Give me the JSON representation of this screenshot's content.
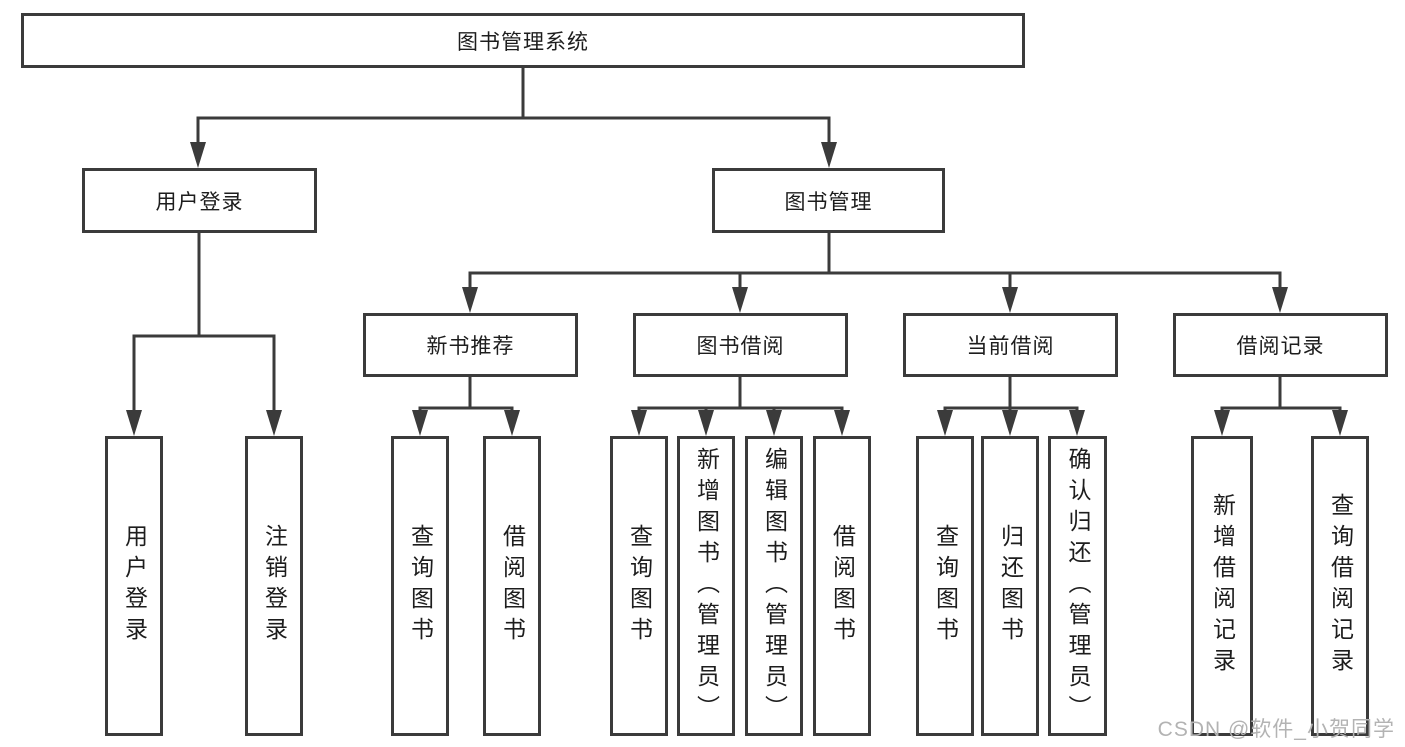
{
  "diagram": {
    "title": "图书管理系统",
    "branches": [
      {
        "label": "用户登录",
        "children": [
          "用户登录",
          "注销登录"
        ]
      },
      {
        "label": "图书管理",
        "groups": [
          {
            "label": "新书推荐",
            "children": [
              "查询图书",
              "借阅图书"
            ]
          },
          {
            "label": "图书借阅",
            "children": [
              "查询图书",
              "新增图书（管理员）",
              "编辑图书（管理员）",
              "借阅图书"
            ]
          },
          {
            "label": "当前借阅",
            "children": [
              "查询图书",
              "归还图书",
              "确认归还（管理员）"
            ]
          },
          {
            "label": "借阅记录",
            "children": [
              "新增借阅记录",
              "查询借阅记录"
            ]
          }
        ]
      }
    ]
  },
  "colors": {
    "line": "#3b3b3b",
    "text": "#1d1d1d",
    "watermark": "#b3b3b3"
  },
  "watermark": "CSDN @软件_小贺同学"
}
